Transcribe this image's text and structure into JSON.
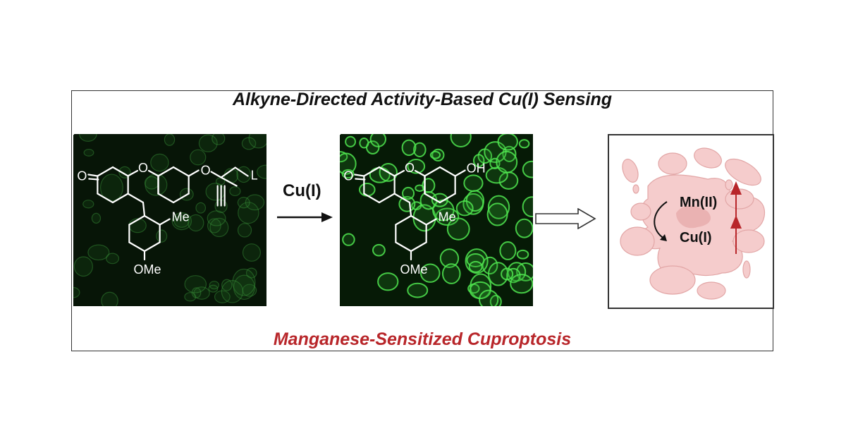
{
  "title": "Alkyne-Directed Activity-Based Cu(I) Sensing",
  "subtitle": "Manganese-Sensitized Cuproptosis",
  "reagent": "Cu(I)",
  "probe": {
    "carbonyl": "O",
    "ring_oxygen": "O",
    "ether_oxygen": "O",
    "leaving_group": "L",
    "methyl": "Me",
    "methoxy": "OMe"
  },
  "product": {
    "carbonyl": "O",
    "ring_oxygen": "O",
    "hydroxyl": "OH",
    "methyl": "Me",
    "methoxy": "OMe"
  },
  "cell": {
    "ion1": "Mn(II)",
    "ion2": "Cu(I)"
  },
  "colors": {
    "accent_red": "#b8262a",
    "cell_pink": "#f5cccc",
    "fluorescence_green": "#3fd13f"
  }
}
